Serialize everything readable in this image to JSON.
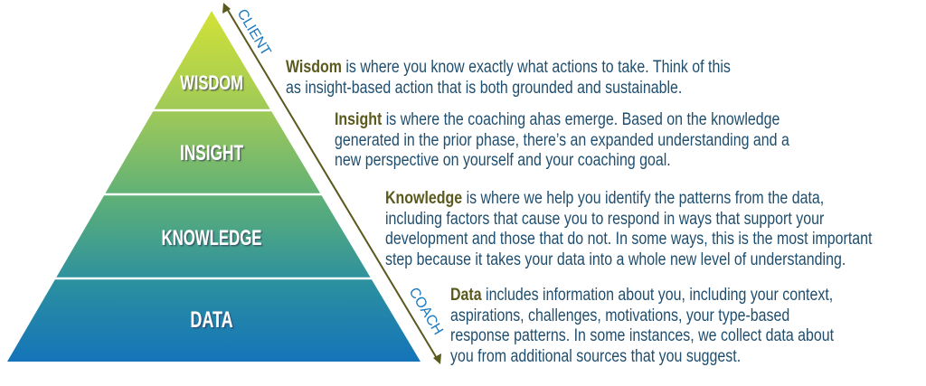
{
  "pyramid": {
    "levels": [
      "WISDOM",
      "INSIGHT",
      "KNOWLEDGE",
      "DATA"
    ],
    "colors": [
      "#cfe03a",
      "#8fc35c",
      "#3e9e8e",
      "#1676b8"
    ]
  },
  "arrow": {
    "top_label": "CLIENT",
    "bottom_label": "COACH",
    "color": "#5a5a1e"
  },
  "descriptions": [
    {
      "term": "Wisdom",
      "lines": [
        " is where you know exactly what actions to take. Think of this",
        "as insight-based action that is both grounded and sustainable."
      ]
    },
    {
      "term": "Insight",
      "lines": [
        " is where the coaching ahas emerge. Based on the knowledge",
        "generated in the prior phase, there’s an expanded understanding and a",
        "new perspective on yourself and your coaching goal."
      ]
    },
    {
      "term": "Knowledge",
      "lines": [
        " is where we help you identify the patterns from the data,",
        "including factors that cause you to respond in ways that support your",
        "development and those that do not. In some ways, this is the most important",
        "step because it takes your data into a whole new level of understanding."
      ]
    },
    {
      "term": "Data",
      "lines": [
        " includes information about you, including your context,",
        "aspirations, challenges, motivations, your type-based",
        "response patterns. In some instances, we collect data about",
        "you from additional sources that you suggest."
      ]
    }
  ]
}
